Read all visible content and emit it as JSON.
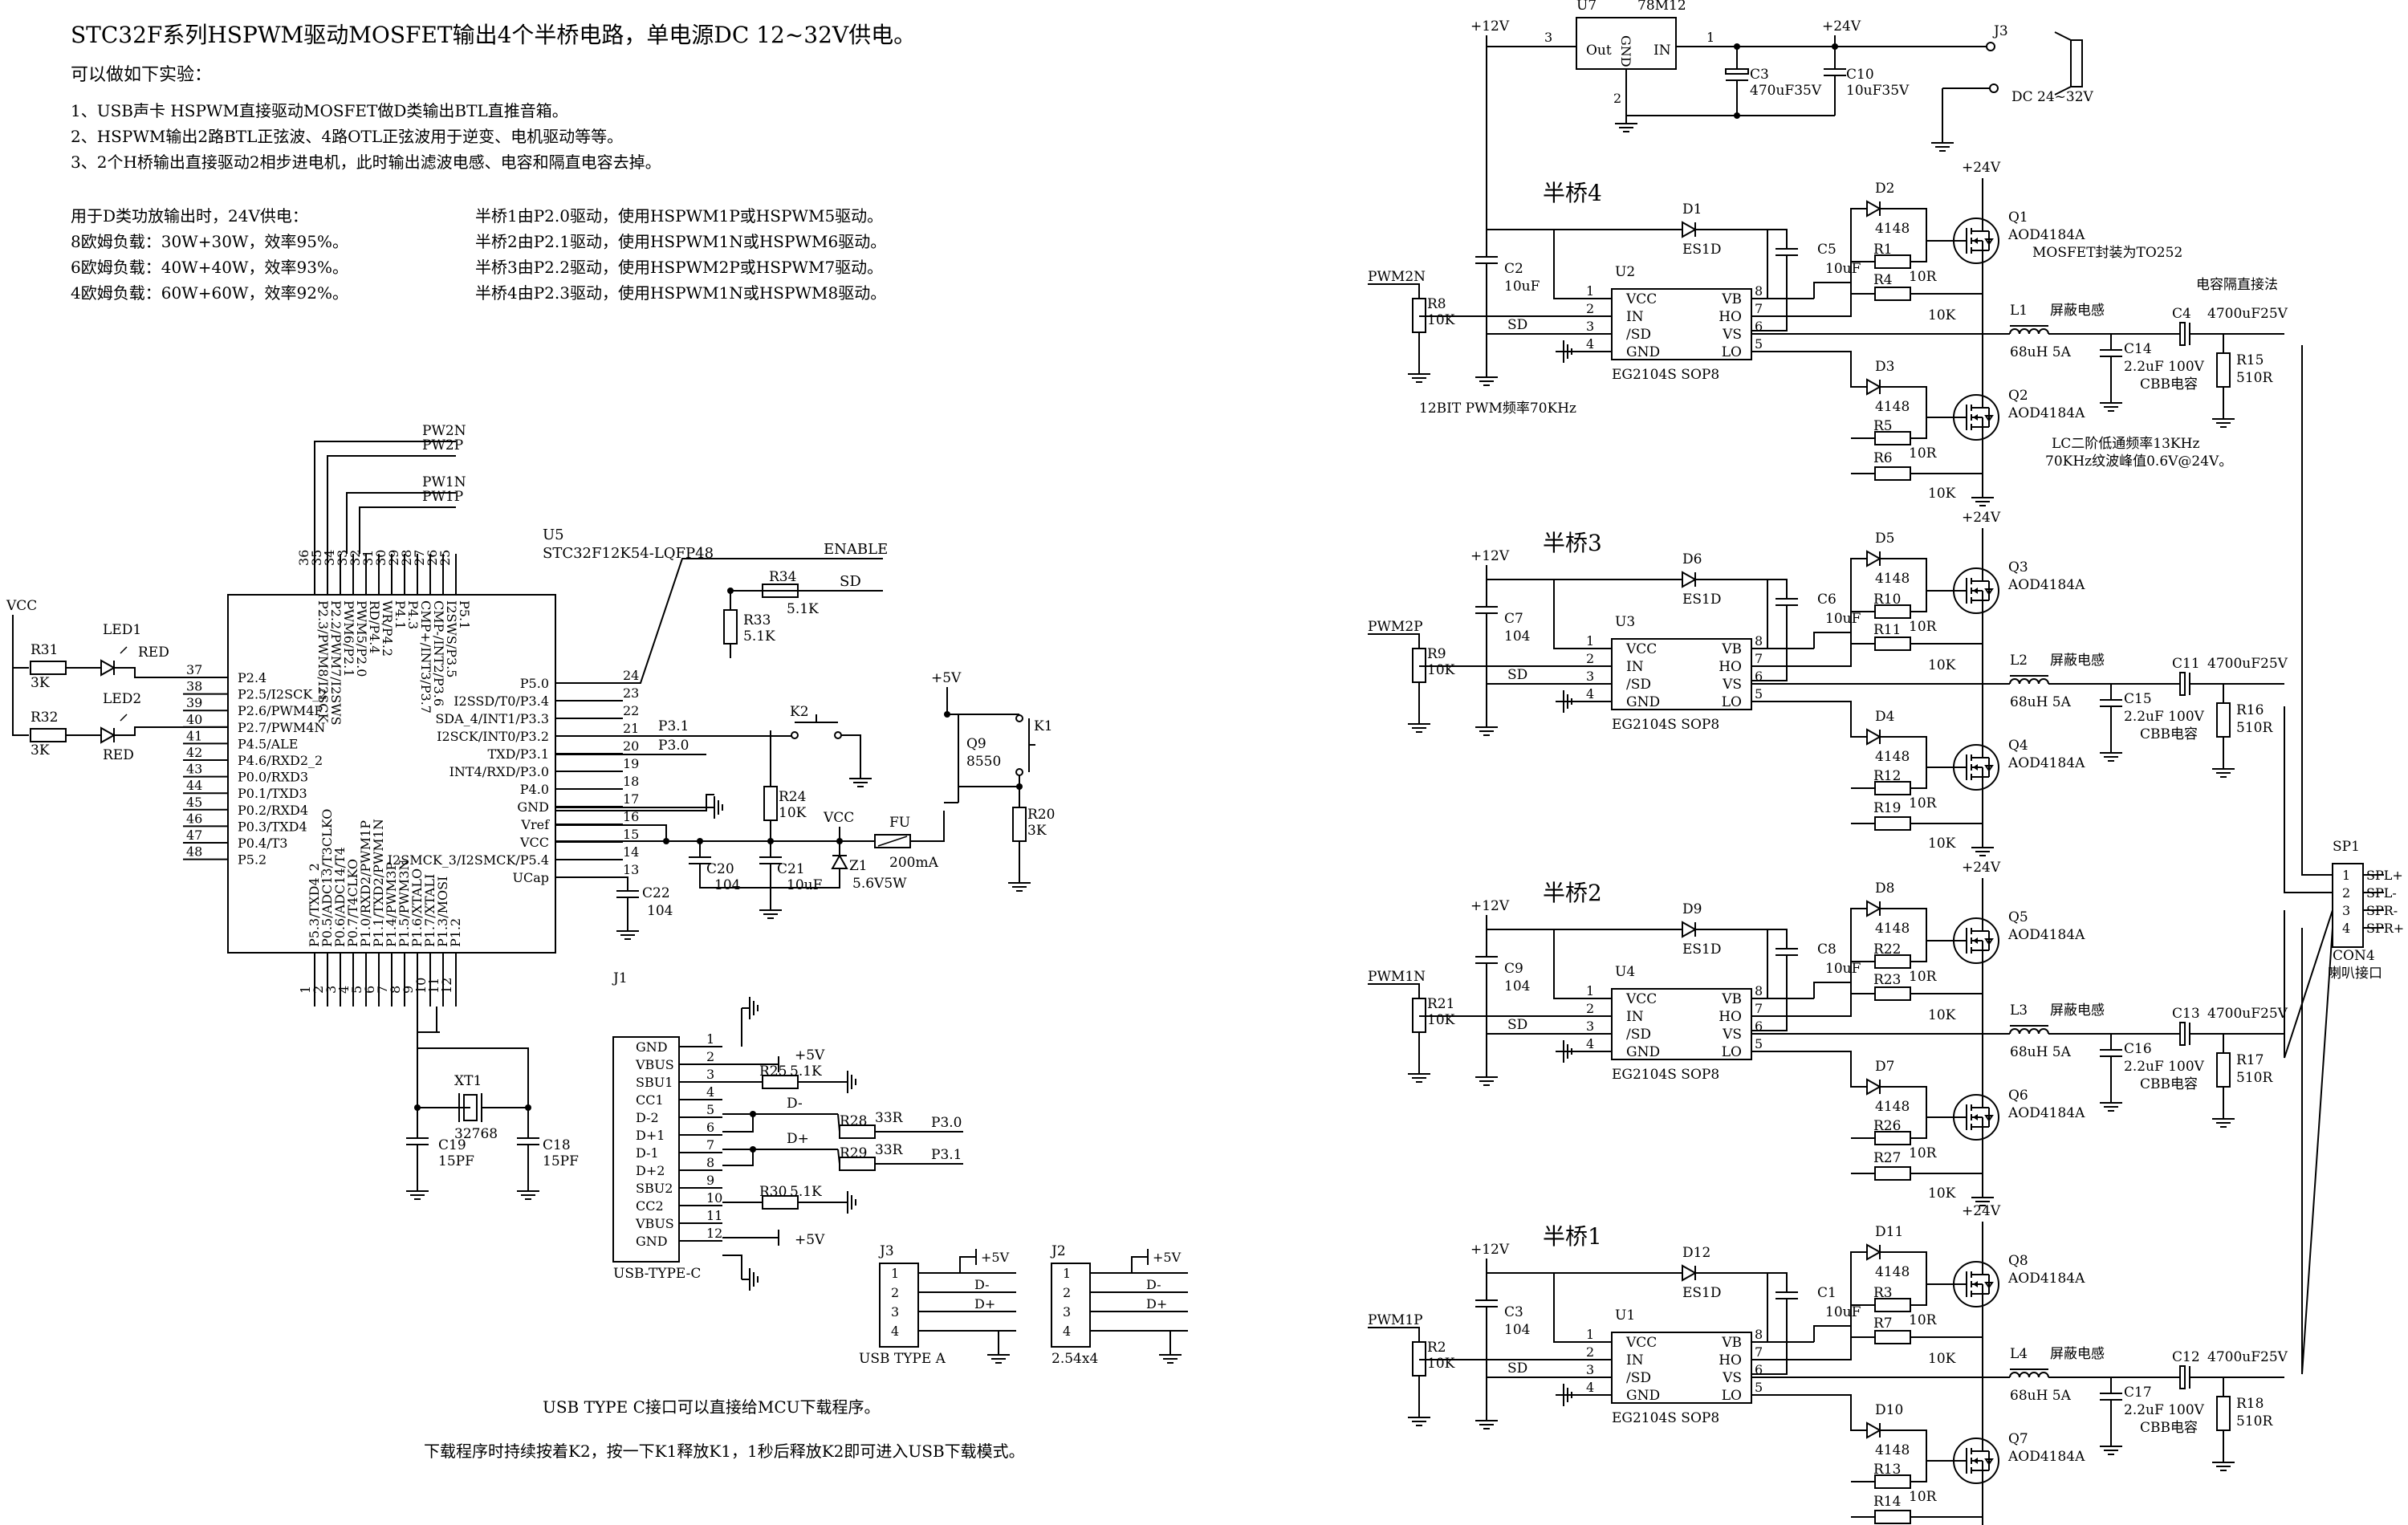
{
  "notes": {
    "title": "STC32F系列HSPWM驱动MOSFET输出4个半桥电路，单电源DC 12~32V供电。",
    "sub": "可以做如下实验：",
    "items": [
      "1、USB声卡 HSPWM直接驱动MOSFET做D类输出BTL直推音箱。",
      "2、HSPWM输出2路BTL正弦波、4路OTL正弦波用于逆变、电机驱动等等。",
      "3、2个H桥输出直接驱动2相步进电机，此时输出滤波电感、电容和隔直电容去掉。"
    ],
    "amp_lines": [
      "用于D类功放输出时，24V供电：",
      "8欧姆负载：30W+30W，效率95%。",
      "6欧姆负载：40W+40W，效率93%。",
      "4欧姆负载：60W+60W，效率92%。"
    ],
    "bridge_lines": [
      "半桥1由P2.0驱动，使用HSPWM1P或HSPWM5驱动。",
      "半桥2由P2.1驱动，使用HSPWM1N或HSPWM6驱动。",
      "半桥3由P2.2驱动，使用HSPWM2P或HSPWM7驱动。",
      "半桥4由P2.3驱动，使用HSPWM1N或HSPWM8驱动。"
    ],
    "usb_note1": "USB TYPE C接口可以直接给MCU下载程序。",
    "usb_note2": "下载程序时持续按着K2，按一下K1释放K1，1秒后释放K2即可进入USB下载模式。"
  },
  "mcu": {
    "ref": "U5",
    "part": "STC32F12K54-LQFP48",
    "top_pins": [
      "36",
      "35",
      "34",
      "33",
      "32",
      "31",
      "30",
      "29",
      "28",
      "27",
      "26",
      "25"
    ],
    "top_labels": [
      "P2.3/PWM8/I2SCK",
      "P2.2/PWM7/I2SWS",
      "PWM6/P2.1",
      "PWM5/P2.0",
      "RD/P4.4",
      "WR/P4.2",
      "P4.1",
      "P4.3",
      "CMP+/INT3/P3.7",
      "CMP-/INT2/P3.6",
      "I2SWS/P3.5",
      "P5.1"
    ],
    "left_pins": [
      "37",
      "38",
      "39",
      "40",
      "41",
      "42",
      "43",
      "44",
      "45",
      "46",
      "47",
      "48"
    ],
    "left_labels": [
      "P2.4",
      "P2.5/I2SCK_2",
      "P2.6/PWM4P",
      "P2.7/PWM4N",
      "P4.5/ALE",
      "P4.6/RXD2_2",
      "P0.0/RXD3",
      "P0.1/TXD3",
      "P0.2/RXD4",
      "P0.3/TXD4",
      "P0.4/T3",
      "P5.2"
    ],
    "right_pins": [
      "24",
      "23",
      "22",
      "21",
      "20",
      "19",
      "18",
      "17",
      "16",
      "15",
      "14",
      "13"
    ],
    "right_labels": [
      "P5.0",
      "I2SSD/T0/P3.4",
      "SDA_4/INT1/P3.3",
      "I2SCK/INT0/P3.2",
      "TXD/P3.1",
      "INT4/RXD/P3.0",
      "P4.0",
      "GND",
      "Vref",
      "VCC",
      "I2SMCK_3/I2SMCK/P5.4",
      "UCap"
    ],
    "bottom_pins": [
      "1",
      "2",
      "3",
      "4",
      "5",
      "6",
      "7",
      "8",
      "9",
      "10",
      "11",
      "12"
    ],
    "bottom_labels": [
      "P5.3/TXD4_2",
      "P0.5/ADC13/T3CLKO",
      "P0.6/ADC14/T4",
      "P0.7/T4CLKO",
      "P1.0/RXD2/PWM1P",
      "P1.1/TXD2/PWM1N",
      "P1.4/PWM3P",
      "P1.5/PWM3N",
      "P1.6/XTALO",
      "P1.7/XTALI",
      "P1.3/MOSI",
      "P1.2"
    ],
    "nets_pw": [
      "PW2N",
      "PW2P",
      "PW1N",
      "PW1P"
    ]
  },
  "leds": {
    "vcc": "VCC",
    "r31": "R31",
    "r31v": "3K",
    "r32": "R32",
    "r32v": "3K",
    "led1": "LED1",
    "led1c": "RED",
    "led2": "LED2",
    "led2c": "RED"
  },
  "mcu_right": {
    "enable": "ENABLE",
    "sd": "SD",
    "r34": "R34",
    "r34v": "5.1K",
    "r33": "R33",
    "r33v": "5.1K",
    "p31": "P3.1",
    "p30": "P3.0",
    "k2": "K2",
    "k1": "K1",
    "q9": "Q9",
    "q9v": "8550",
    "p5v": "+5V",
    "r24": "R24",
    "r24v": "10K",
    "r20": "R20",
    "r20v": "3K",
    "vcc": "VCC",
    "fu": "FU",
    "fuv": "200mA",
    "c20": "C20",
    "c20v": "104",
    "c21": "C21",
    "c21v": "10uF",
    "z1": "Z1",
    "z1v": "5.6V5W",
    "c22": "C22",
    "c22v": "104"
  },
  "crystal": {
    "xt": "XT1",
    "xtv": "32768",
    "c19": "C19",
    "c19v": "15PF",
    "c18": "C18",
    "c18v": "15PF"
  },
  "usb": {
    "ref": "J1",
    "part": "USB-TYPE-C",
    "pin_names": [
      "GND",
      "VBUS",
      "SBU1",
      "CC1",
      "D-2",
      "D+1",
      "D-1",
      "D+2",
      "SBU2",
      "CC2",
      "VBUS",
      "GND"
    ],
    "pin_nums": [
      "1",
      "2",
      "3",
      "4",
      "5",
      "6",
      "7",
      "8",
      "9",
      "10",
      "11",
      "12"
    ],
    "p5v": "+5V",
    "r25": "R25",
    "r25v": "5.1K",
    "r28": "R28",
    "r28v": "33R",
    "r29": "R29",
    "r29v": "33R",
    "r30": "R30",
    "r30v": "5.1K",
    "dm": "D-",
    "dp": "D+",
    "p30": "P3.0",
    "p31": "P3.1"
  },
  "j3": {
    "ref": "J3",
    "label": "USB TYPE A",
    "pins": [
      "1",
      "2",
      "3",
      "4"
    ],
    "p5v": "+5V",
    "dm": "D-",
    "dp": "D+"
  },
  "j2": {
    "ref": "J2",
    "label": "2.54x4",
    "pins": [
      "1",
      "2",
      "3",
      "4"
    ],
    "p5v": "+5V",
    "dm": "D-",
    "dp": "D+"
  },
  "power": {
    "u7": "U7",
    "u7v": "78M12",
    "out": "Out",
    "gnd": "GND",
    "in": "IN",
    "p3": "3",
    "p2": "2",
    "p1": "1",
    "p12v": "+12V",
    "p24v": "+24V",
    "c3": "C3",
    "c3v": "470uF35V",
    "c10": "C10",
    "c10v": "10uF35V",
    "j3": "J3",
    "dc": "DC 24~32V"
  },
  "half_bridges": [
    {
      "title": "半桥4",
      "pwm": "PWM2N",
      "cap": "C2",
      "capv": "10uF",
      "rin": "R8",
      "rinv": "10K",
      "u": "U2",
      "d": "D1",
      "dv": "ES1D",
      "cb": "C5",
      "cbv": "10uF",
      "dh": "D2",
      "rh1": "R1",
      "rh2": "R4",
      "dl": "D3",
      "rl1": "R5",
      "rl2": "R6",
      "qh": "Q1",
      "ql": "Q2",
      "l": "L1",
      "c1": "C14",
      "c2": "C4",
      "r": "R15",
      "has12v": false,
      "driver": "EG2104S SOP8",
      "extra1": "MOSFET封装为TO252",
      "extra2": "12BIT PWM频率70KHz",
      "extra3": "LC二阶低通频率13KHz",
      "extra4": "70KHz纹波峰值0.6V@24V。",
      "extra5": "电容隔直接法"
    },
    {
      "title": "半桥3",
      "pwm": "PWM2P",
      "cap": "C7",
      "capv": "104",
      "rin": "R9",
      "rinv": "10K",
      "u": "U3",
      "d": "D6",
      "dv": "ES1D",
      "cb": "C6",
      "cbv": "10uF",
      "dh": "D5",
      "rh1": "R10",
      "rh2": "R11",
      "dl": "D4",
      "rl1": "R12",
      "rl2": "R19",
      "qh": "Q3",
      "ql": "Q4",
      "l": "L2",
      "c1": "C15",
      "c2": "C11",
      "r": "R16",
      "has12v": true,
      "driver": "EG2104S SOP8"
    },
    {
      "title": "半桥2",
      "pwm": "PWM1N",
      "cap": "C9",
      "capv": "104",
      "rin": "R21",
      "rinv": "10K",
      "u": "U4",
      "d": "D9",
      "dv": "ES1D",
      "cb": "C8",
      "cbv": "10uF",
      "dh": "D8",
      "rh1": "R22",
      "rh2": "R23",
      "dl": "D7",
      "rl1": "R26",
      "rl2": "R27",
      "qh": "Q5",
      "ql": "Q6",
      "l": "L3",
      "c1": "C16",
      "c2": "C13",
      "r": "R17",
      "has12v": true,
      "driver": "EG2104S SOP8"
    },
    {
      "title": "半桥1",
      "pwm": "PWM1P",
      "cap": "C3",
      "capv": "104",
      "rin": "R2",
      "rinv": "10K",
      "u": "U1",
      "d": "D12",
      "dv": "ES1D",
      "cb": "C1",
      "cbv": "10uF",
      "dh": "D11",
      "rh1": "R3",
      "rh2": "R7",
      "dl": "D10",
      "rl1": "R13",
      "rl2": "R14",
      "qh": "Q8",
      "ql": "Q7",
      "l": "L4",
      "c1": "C17",
      "c2": "C12",
      "r": "R18",
      "has12v": true,
      "driver": "EG2104S SOP8"
    }
  ],
  "hb_common": {
    "sd": "SD",
    "pins_l": [
      "1",
      "2",
      "3",
      "4"
    ],
    "pins_r": [
      "8",
      "7",
      "6",
      "5"
    ],
    "names_l": [
      "VCC",
      "IN",
      "/SD",
      "GND"
    ],
    "names_r": [
      "VB",
      "HO",
      "VS",
      "LO"
    ],
    "dval": "4148",
    "r10": "10R",
    "r10k": "10K",
    "mos": "AOD4184A",
    "lval": "68uH 5A",
    "shield": "屏蔽电感",
    "cval": "2.2uF 100V",
    "cbb": "CBB电容",
    "bigcap": "4700uF25V",
    "rval": "510R",
    "p24v": "+24V",
    "p12v": "+12V"
  },
  "speaker": {
    "ref": "SP1",
    "part": "CON4",
    "label": "喇叭接口",
    "pins": [
      "1",
      "2",
      "3",
      "4"
    ],
    "names": [
      "SPL+",
      "SPL-",
      "SPR-",
      "SPR+"
    ]
  }
}
